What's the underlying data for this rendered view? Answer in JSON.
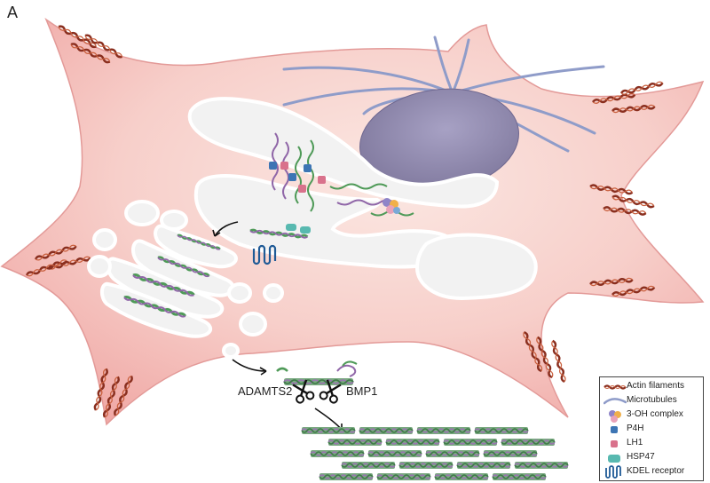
{
  "panel_letter": "A",
  "labels": {
    "adamts2": "ADAMTS2",
    "bmp1": "BMP1"
  },
  "legend": [
    {
      "label": "Actin filaments",
      "icon": "actin-filament-icon"
    },
    {
      "label": "Microtubules",
      "icon": "microtubule-icon"
    },
    {
      "label": "3-OH complex",
      "icon": "3-oh-complex-icon"
    },
    {
      "label": "P4H",
      "icon": "p4h-icon"
    },
    {
      "label": "LH1",
      "icon": "lh1-icon"
    },
    {
      "label": "HSP47",
      "icon": "hsp47-icon"
    },
    {
      "label": "KDEL receptor",
      "icon": "kdel-receptor-icon"
    }
  ],
  "colors": {
    "cytoplasm": "#f6c9c5",
    "cell_border": "#e39a98",
    "nucleus": "#8b86ad",
    "organelle": "#f2f2f2",
    "microtubule": "#8f9cc9",
    "actin": "#8a2f1f",
    "collagen_green": "#4f9a58",
    "collagen_purple": "#9067a8",
    "p4h": "#3d75b4",
    "lh1": "#d9728c",
    "hsp47": "#58b9b0",
    "kdel": "#1f5a96"
  }
}
